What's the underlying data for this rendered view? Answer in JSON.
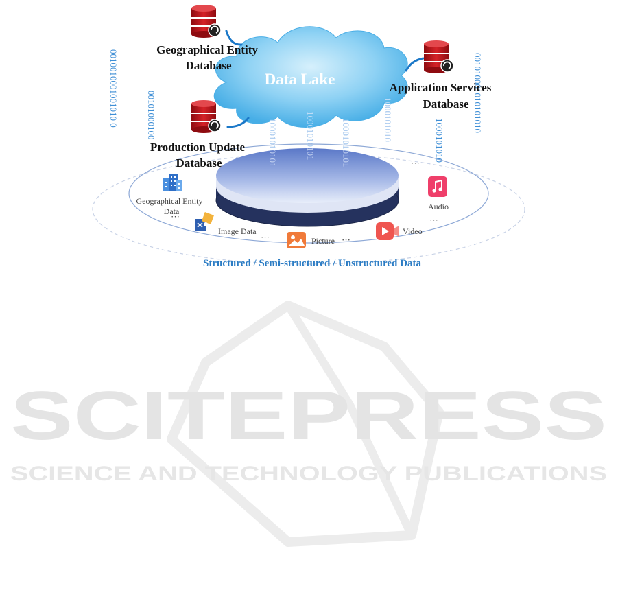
{
  "diagram": {
    "central": {
      "title": "Data Lake"
    },
    "databases": [
      {
        "line1": "Geographical Entity",
        "line2": "Database"
      },
      {
        "line1": "Application Services",
        "line2": "Database"
      },
      {
        "line1": "Production Update",
        "line2": "Database"
      }
    ],
    "data_types": {
      "geo_line1": "Geographical Entity",
      "geo_line2": "Data",
      "image": "Image Data",
      "picture": "Picture",
      "video": "Video",
      "audio": "Audio",
      "ellipsis": "···"
    },
    "caption": "Structured / Semi-structured / Unstructured Data",
    "binary_streams": [
      "0010010001001010 0",
      "00101000100",
      "10001010101",
      "10001010101",
      "10001010101",
      "1000101010",
      "1000101010",
      "001010001010101010"
    ],
    "colors": {
      "cloud": "#8fd2f4",
      "cloud_dark": "#47aee6",
      "disk_top": "#7f9be0",
      "disk_side": "#25325e",
      "database_red": "#c1171d",
      "binary_blue": "#3f8fd6",
      "caption_blue": "#2b7cc4",
      "watermark": "#e4e4e4"
    }
  },
  "watermark": {
    "title": "SCITEPRESS",
    "subtitle": "SCIENCE AND TECHNOLOGY PUBLICATIONS"
  }
}
